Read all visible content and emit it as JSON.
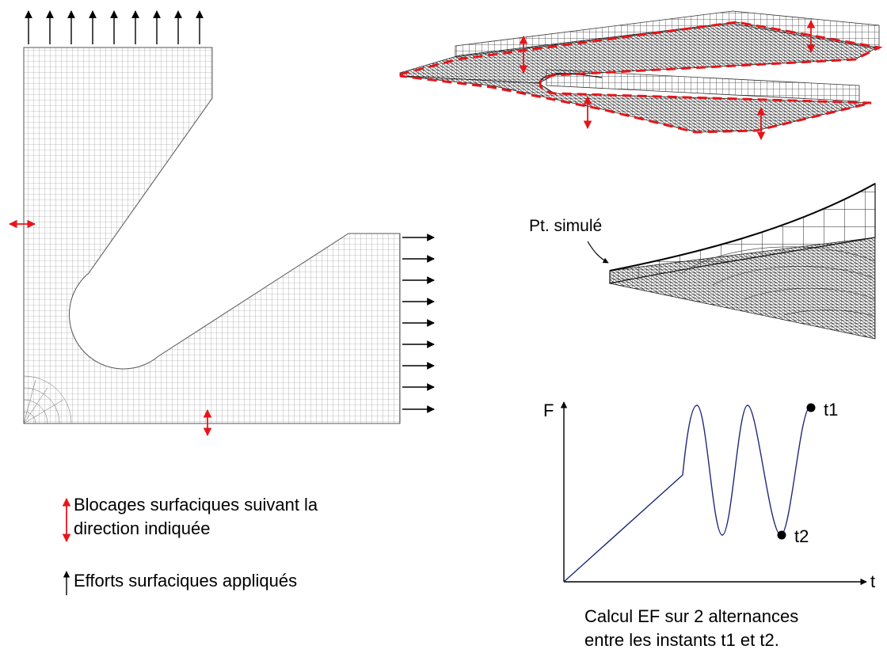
{
  "labels": {
    "pt_simule": "Pt. simulé",
    "legend_blocages_line1": "Blocages surfaciques suivant la",
    "legend_blocages_line2": "direction indiquée",
    "legend_efforts": "Efforts surfaciques appliqués",
    "axis_f": "F",
    "axis_t": "t",
    "point_t1": "t1",
    "point_t2": "t2",
    "caption_line1": "Calcul EF sur 2 alternances",
    "caption_line2": "entre les instants t1 et t2."
  },
  "colors": {
    "mesh": "#555555",
    "constraint_arrow": "#e8141b",
    "load_arrow": "#000000",
    "curve": "#1f2a7a"
  },
  "icons": [
    "double-arrow-icon",
    "single-arrow-icon"
  ]
}
